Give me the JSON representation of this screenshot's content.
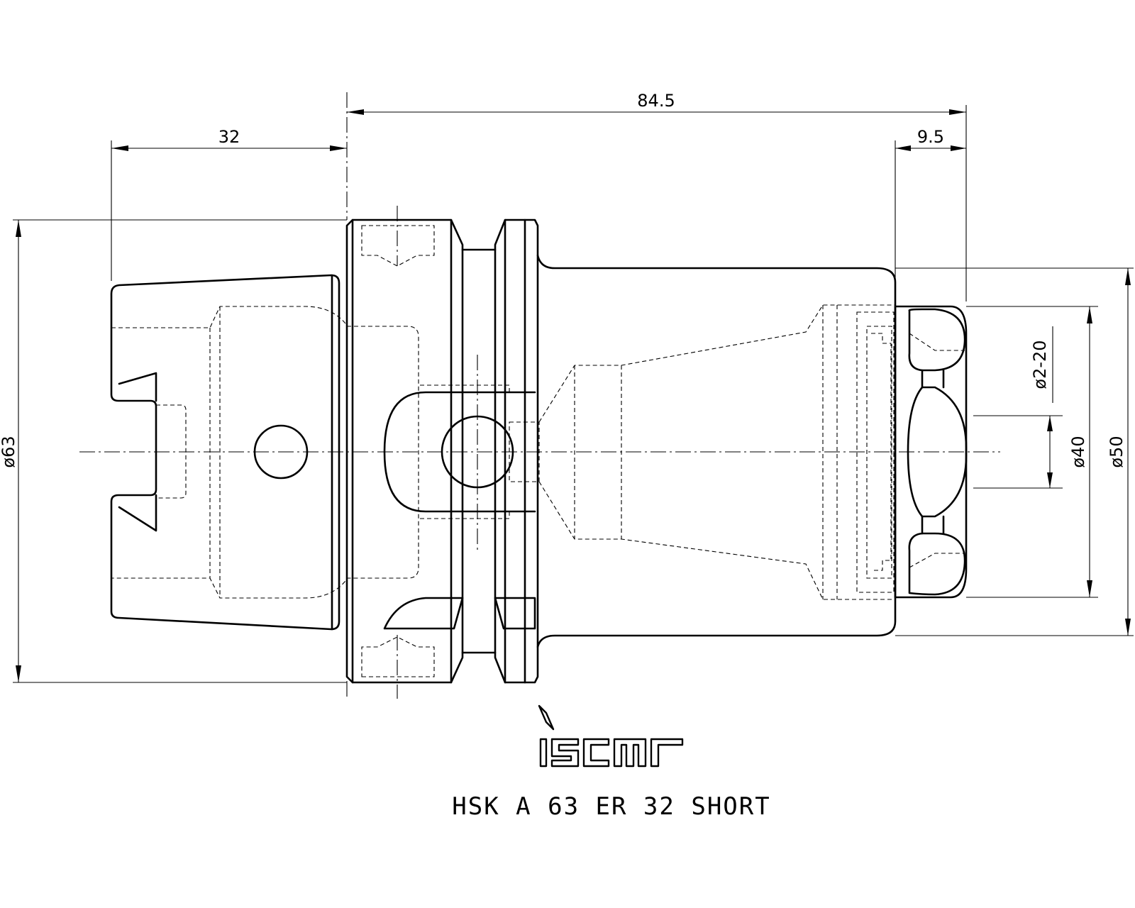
{
  "dimensions": {
    "overall_length": "84.5",
    "taper_length": "32",
    "nut_length": "9.5",
    "flange_diameter": "ø63",
    "collet_range": "ø2-20",
    "nut_diameter_inner": "ø40",
    "nut_diameter_outer": "ø50"
  },
  "logo": {
    "brand": "iscar"
  },
  "title": "HSK A 63 ER 32 SHORT"
}
